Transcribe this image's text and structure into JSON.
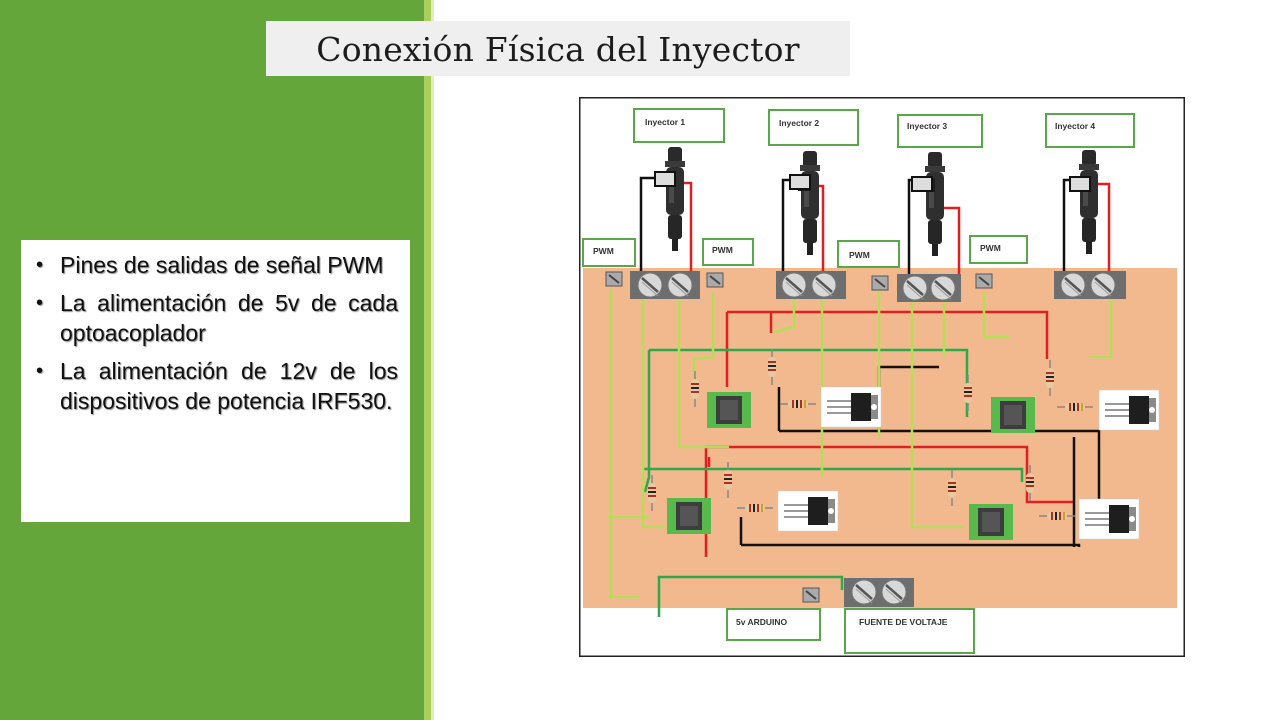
{
  "title": "Conexión Física del Inyector",
  "bullets": [
    "Pines de salidas de señal PWM",
    "La alimentación de 5v de cada optoacoplador",
    " La alimentación de 12v de los dispositivos de potencia IRF530."
  ],
  "diagram": {
    "injector_labels": [
      "Inyector 1",
      "Inyector 2",
      "Inyector 3",
      "Inyector 4"
    ],
    "pwm_labels": [
      "PWM",
      "PWM",
      "PWM",
      "PWM"
    ],
    "bottom_labels": {
      "arduino": "5v ARDUINO",
      "power_supply": "FUENTE DE VOLTAJE"
    }
  },
  "colors": {
    "sidebar": "#64a63a",
    "board": "#f2b98f",
    "label_border": "#5aa64a",
    "wire_red": "#e02020",
    "wire_green": "#2fa84a",
    "wire_lime": "#b6dc5a"
  }
}
